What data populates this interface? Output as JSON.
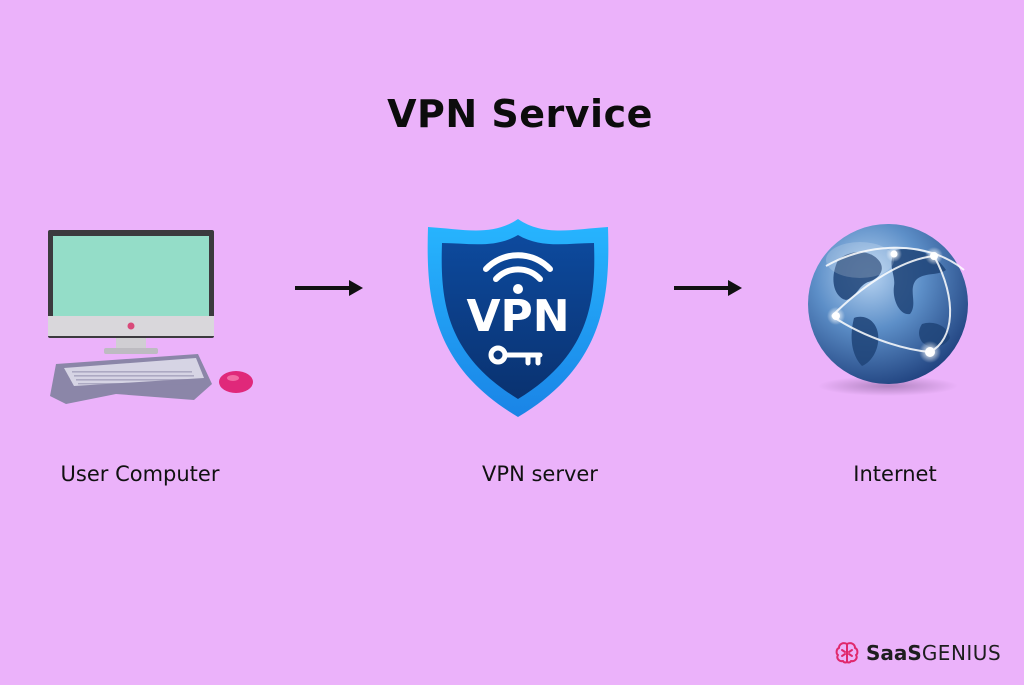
{
  "title": "VPN Service",
  "background_color": "#ebb2fa",
  "nodes": [
    {
      "label": "User Computer",
      "icon": "desktop-computer-icon"
    },
    {
      "label": "VPN server",
      "icon": "vpn-shield-icon",
      "badge_text": "VPN"
    },
    {
      "label": "Internet",
      "icon": "globe-icon"
    }
  ],
  "edges": [
    {
      "from": "User Computer",
      "to": "VPN server"
    },
    {
      "from": "VPN server",
      "to": "Internet"
    }
  ],
  "brand": {
    "name_bold": "SaaS",
    "name_light": "GENIUS",
    "accent_color": "#e0286c"
  }
}
